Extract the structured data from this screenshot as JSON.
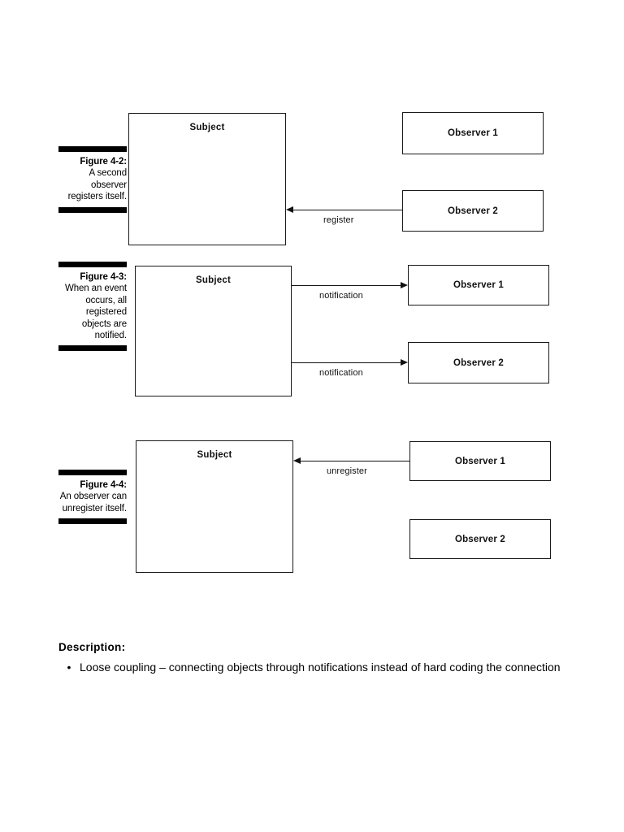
{
  "document": {
    "figures": [
      {
        "id": "figure-4-2",
        "caption_title": "Figure 4-2:",
        "caption_body": "A second observer registers itself.",
        "subject_label": "Subject",
        "observers": [
          {
            "label": "Observer 1"
          },
          {
            "label": "Observer 2"
          }
        ],
        "edges": [
          {
            "label": "register",
            "direction": "left",
            "from": "Observer 2",
            "to": "Subject"
          }
        ]
      },
      {
        "id": "figure-4-3",
        "caption_title": "Figure 4-3:",
        "caption_body": "When an event occurs, all registered objects are notified.",
        "subject_label": "Subject",
        "observers": [
          {
            "label": "Observer 1"
          },
          {
            "label": "Observer 2"
          }
        ],
        "edges": [
          {
            "label": "notification",
            "direction": "right",
            "from": "Subject",
            "to": "Observer 1"
          },
          {
            "label": "notification",
            "direction": "right",
            "from": "Subject",
            "to": "Observer 2"
          }
        ]
      },
      {
        "id": "figure-4-4",
        "caption_title": "Figure 4-4:",
        "caption_body": "An observer can unregister itself.",
        "subject_label": "Subject",
        "observers": [
          {
            "label": "Observer 1"
          },
          {
            "label": "Observer 2"
          }
        ],
        "edges": [
          {
            "label": "unregister",
            "direction": "left",
            "from": "Observer 1",
            "to": "Subject"
          }
        ]
      }
    ],
    "description": {
      "heading": "Description:",
      "items": [
        "Loose coupling – connecting objects through notifications instead of hard coding the connection"
      ]
    },
    "colors": {
      "ink": "#000000",
      "page": "#ffffff",
      "rule": "#1a1a1a"
    }
  }
}
